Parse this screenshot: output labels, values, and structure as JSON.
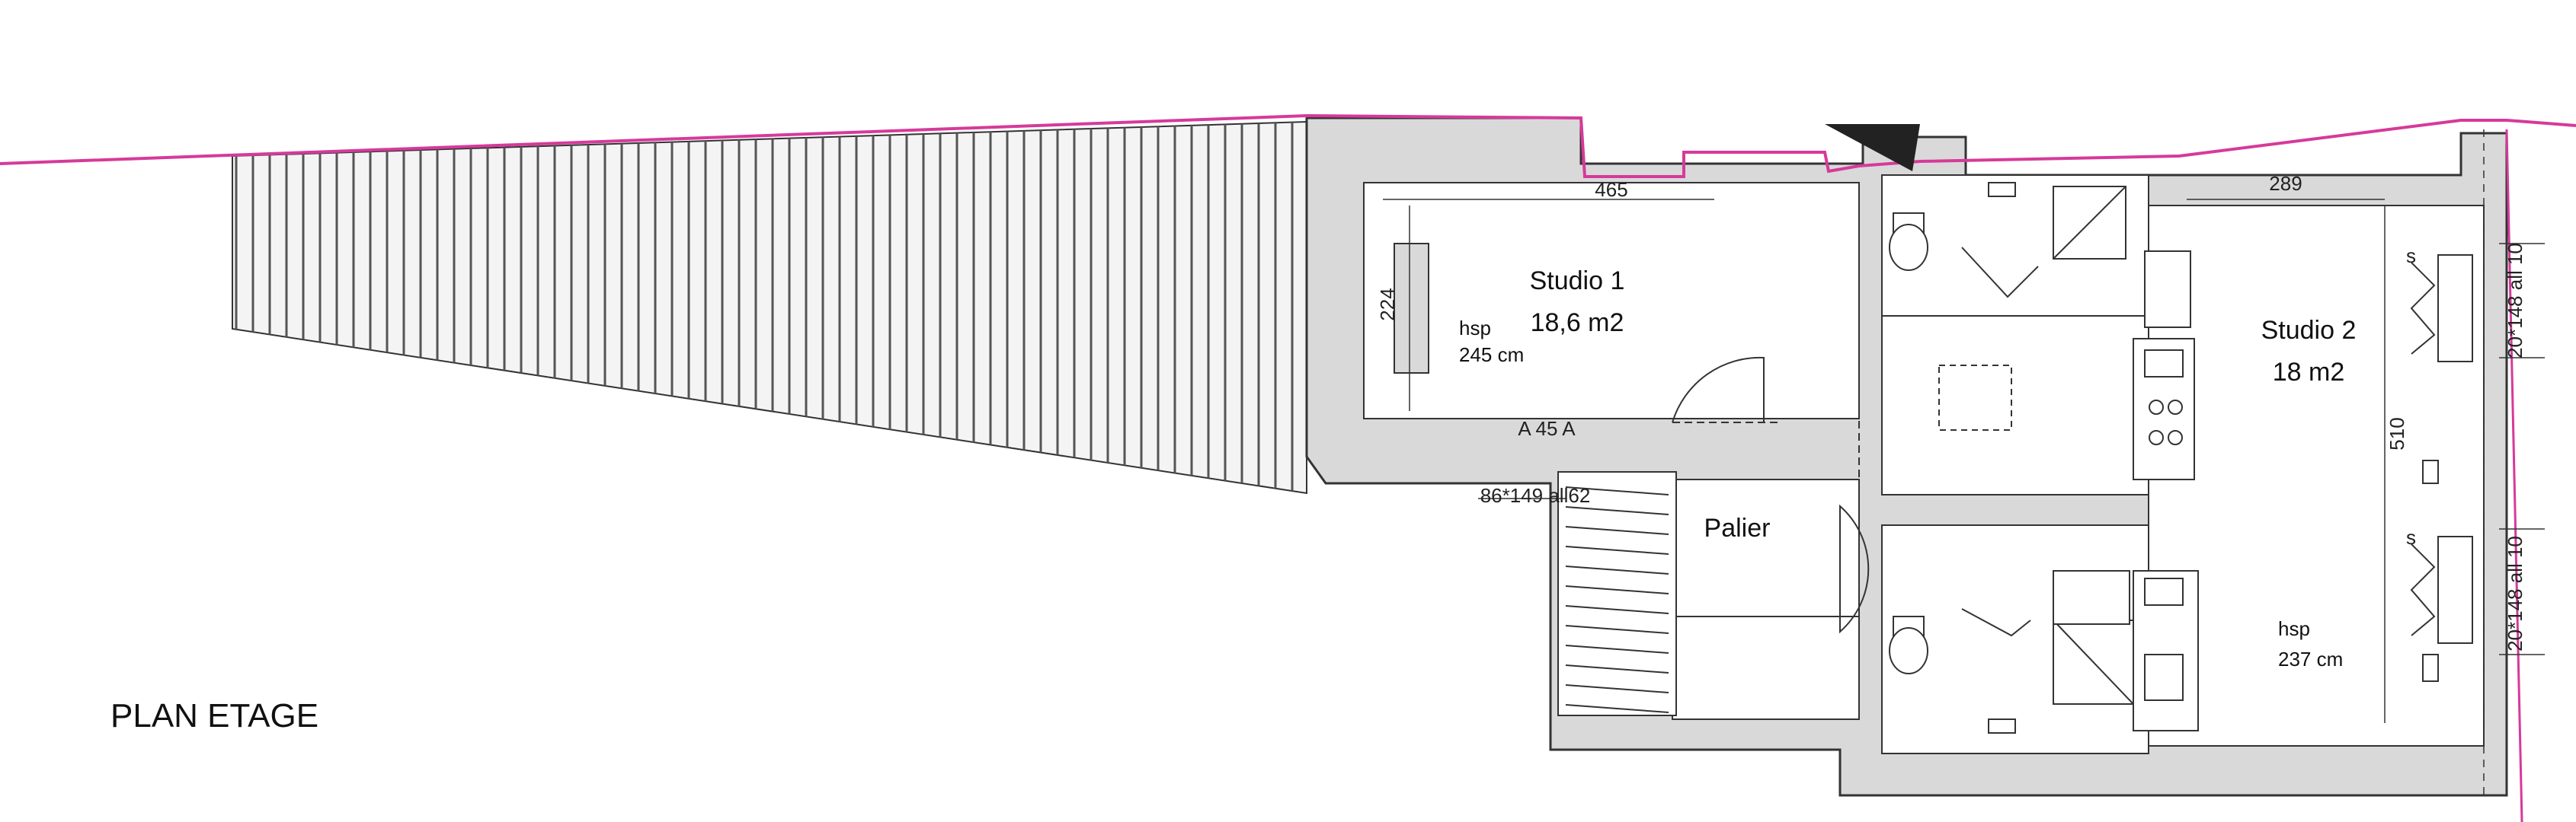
{
  "plan_title": "PLAN ETAGE",
  "rooms": {
    "studio1": {
      "name": "Studio 1",
      "area": "18,6 m2",
      "hsp_label": "hsp",
      "hsp_value": "245 cm"
    },
    "studio2": {
      "name": "Studio 2",
      "area": "18 m2",
      "hsp_label": "hsp",
      "hsp_value": "237 cm"
    },
    "palier": {
      "name": "Palier"
    }
  },
  "dimensions": {
    "studio1_width": "465",
    "studio1_depth": "224",
    "studio2_width": "289",
    "studio2_depth": "510",
    "window_front": "86*149 all62",
    "window_small": "A 45 A",
    "window_right_top": "20*148 all 10",
    "window_right_bottom": "20*148 all 10",
    "sill_top": "s",
    "sill_bottom": "s"
  },
  "colors": {
    "property_line": "#d63a9a",
    "wall_fill": "#d9d9d9",
    "wall_stroke": "#333333",
    "hatch": "#555555"
  }
}
